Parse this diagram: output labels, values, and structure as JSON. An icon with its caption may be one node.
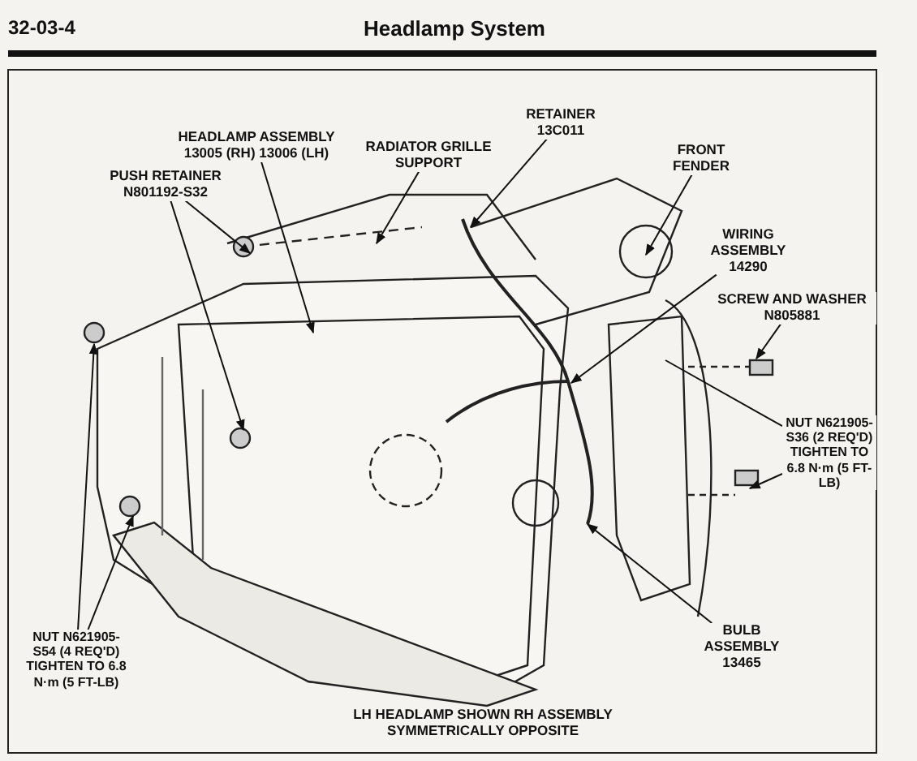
{
  "diagram": {
    "title": "Headlamp System",
    "nodes": [
      {
        "text": [
          "RETAINER 13C011"
        ]
      },
      {
        "text": [
          "HEADLAMP ASSEMBLY 13005 (RH) 13006 (LH)"
        ]
      },
      {
        "text": [
          "RADIATOR GRILLE SUPPORT"
        ]
      },
      {
        "text": [
          "FRONT FENDER"
        ]
      },
      {
        "text": [
          "PUSH RETAINER N801192-S32"
        ]
      },
      {
        "text": [
          "WIRING ASSEMBLY 14290"
        ]
      },
      {
        "text": [
          "SCREW AND WASHER N805881"
        ]
      },
      {
        "text": [
          "NUT N621905-S36 (2 REQ'D) TIGHTEN TO 6.8 N·m (5 FT-LB)"
        ]
      },
      {
        "text": [
          "BULB ASSEMBLY 13465"
        ]
      },
      {
        "text": [
          "NUT N621905-S54 (4 REQ'D) TIGHTEN TO 6.8 N·m (5 FT-LB)"
        ]
      }
    ],
    "edges": [
      {
        "from": 0,
        "to": null,
        "arrow": "to"
      },
      {
        "from": 1,
        "to": null,
        "arrow": "to"
      },
      {
        "from": 2,
        "to": null,
        "arrow": "to"
      },
      {
        "from": 3,
        "to": null,
        "arrow": "to"
      },
      {
        "from": 4,
        "to": null,
        "arrow": "to"
      },
      {
        "from": 4,
        "to": null,
        "arrow": "to"
      },
      {
        "from": 5,
        "to": null,
        "arrow": "to"
      },
      {
        "from": 6,
        "to": null,
        "arrow": "to"
      },
      {
        "from": 7,
        "to": null,
        "arrow": "none"
      },
      {
        "from": 7,
        "to": null,
        "arrow": "to"
      },
      {
        "from": 8,
        "to": null,
        "arrow": "to"
      },
      {
        "from": 9,
        "to": null,
        "arrow": "to"
      },
      {
        "from": 9,
        "to": null,
        "arrow": "to"
      }
    ],
    "labels": [
      "32-03-4",
      "LH HEADLAMP SHOWN RH ASSEMBLY SYMMETRICALLY OPPOSITE"
    ]
  }
}
